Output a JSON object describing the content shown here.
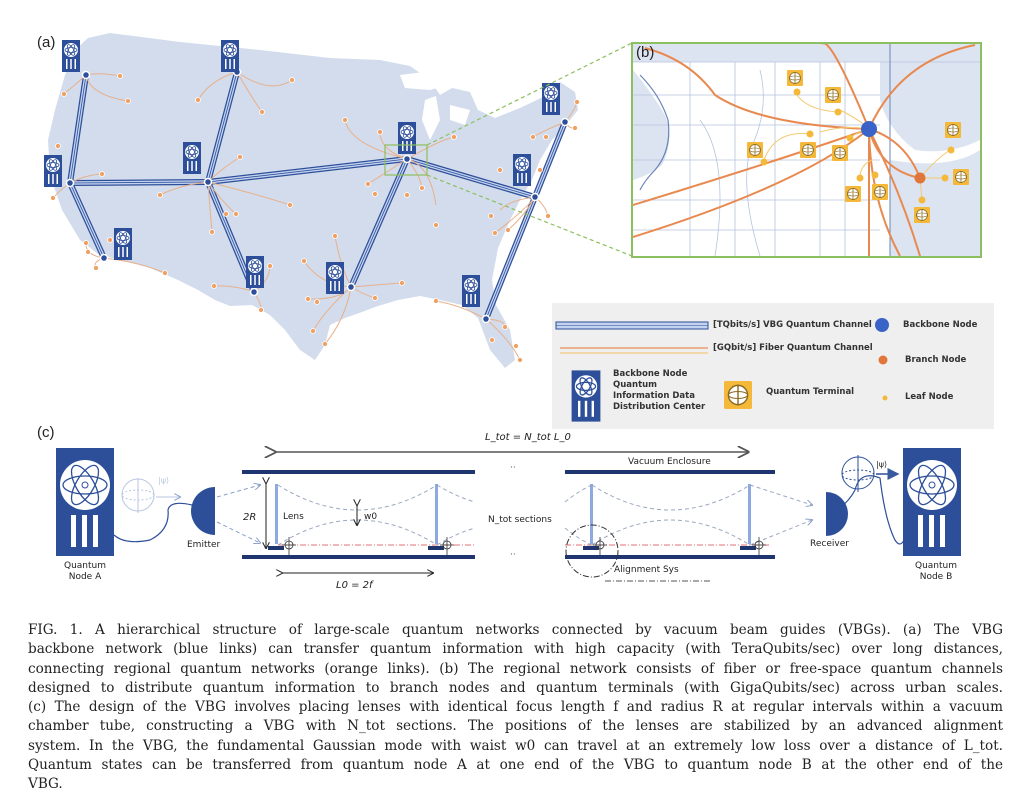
{
  "panels": {
    "a": {
      "label": "(a)"
    },
    "b": {
      "label": "(b)"
    },
    "c": {
      "label": "(c)"
    }
  },
  "colors": {
    "map_fill": "#d3dcec",
    "backbone_blue": "#2d4f9a",
    "vbg_channel_light": "#c3d2ef",
    "fiber_orange": "#e8894f",
    "leaf_yellow": "#f4b93a",
    "inset_border": "#8bbf5f",
    "legend_bg": "#efefef"
  },
  "legend": {
    "vbg_channel": "[TQbits/s] VBG Quantum Channel",
    "fiber_channel": "[GQbit/s] Fiber Quantum Channel",
    "backbone_node": "Backbone Node",
    "branch_node": "Branch Node",
    "leaf_node": "Leaf Node",
    "quantum_terminal": "Quantum Terminal",
    "data_center_lines": [
      "Backbone Node",
      "Quantum",
      "Information Data",
      "Distribution Center"
    ]
  },
  "diagram_c": {
    "total_length_formula": "L_tot = N_tot L_0",
    "vacuum_enclosure": "Vacuum Enclosure",
    "two_r": "2R",
    "lens": "Lens",
    "waist": "w0",
    "sections": "N_tot sections",
    "section_length": "L0 = 2f",
    "alignment_sys": "Alignment Sys",
    "emitter": "Emitter",
    "receiver": "Receiver",
    "ket": "|ψ⟩",
    "ellipsis": "··",
    "node_a": [
      "Quantum",
      "Node A"
    ],
    "node_b": [
      "Quantum",
      "Node B"
    ]
  },
  "caption": {
    "lines": [
      "FIG. 1.   A hierarchical structure of large-scale quantum networks connected by vacuum beam guides (VBGs). (a) The VBG",
      "backbone network (blue links) can transfer quantum information with high capacity (with TeraQubits/sec) over long distances,",
      "connecting regional quantum networks (orange links). (b) The regional network consists of fiber or free-space quantum channels",
      "designed to distribute quantum information to branch nodes and quantum terminals (with GigaQubits/sec) across urban scales.",
      "(c) The design of the VBG involves placing lenses with identical focus length f and radius R at regular intervals within a vacuum",
      "chamber tube, constructing a VBG with N_tot sections. The positions of the lenses are stabilized by an advanced alignment",
      "system. In the VBG, the fundamental Gaussian mode with waist w0 can travel at an extremely low loss over a distance of L_tot.",
      "Quantum states can be transferred from quantum node A at one end of the VBG to quantum node B at the other end of the",
      "VBG."
    ]
  }
}
